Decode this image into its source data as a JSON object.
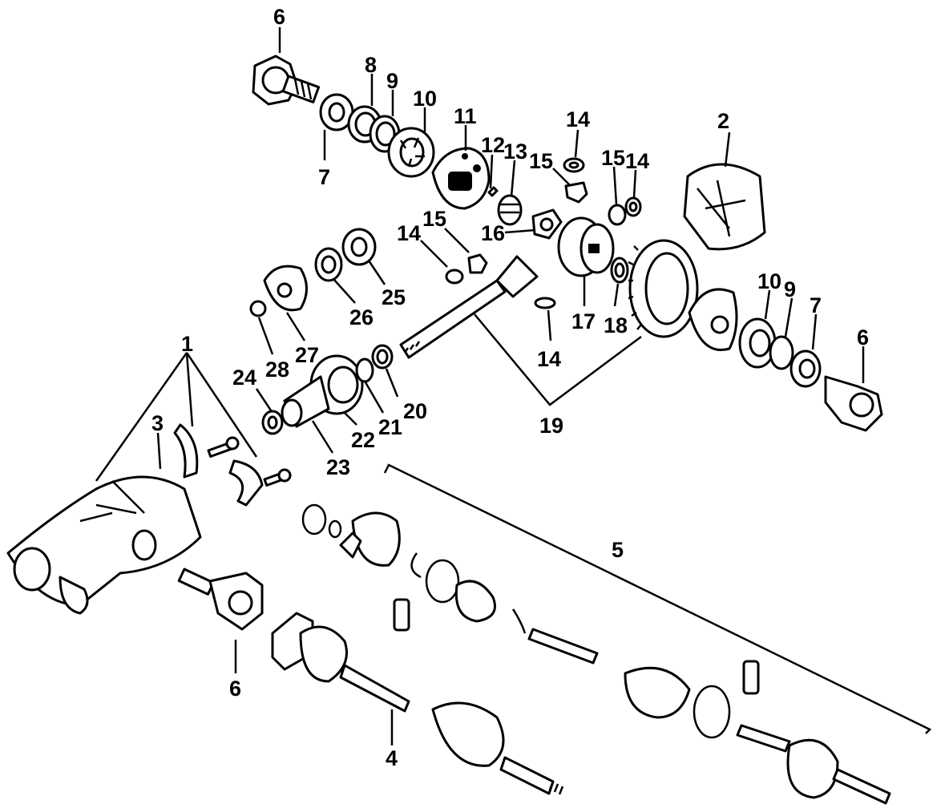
{
  "diagram": {
    "callouts": {
      "c1": "1",
      "c2": "2",
      "c3": "3",
      "c4": "4",
      "c5": "5",
      "c6a": "6",
      "c6b": "6",
      "c6c": "6",
      "c7a": "7",
      "c7b": "7",
      "c8": "8",
      "c9a": "9",
      "c9b": "9",
      "c10a": "10",
      "c10b": "10",
      "c11": "11",
      "c12": "12",
      "c13": "13",
      "c14a": "14",
      "c14b": "14",
      "c14c": "14",
      "c14d": "14",
      "c15a": "15",
      "c15b": "15",
      "c15c": "15",
      "c16": "16",
      "c17": "17",
      "c18": "18",
      "c19": "19",
      "c20": "20",
      "c21": "21",
      "c22": "22",
      "c23": "23",
      "c24": "24",
      "c25": "25",
      "c26": "26",
      "c27": "27",
      "c28": "28"
    }
  }
}
